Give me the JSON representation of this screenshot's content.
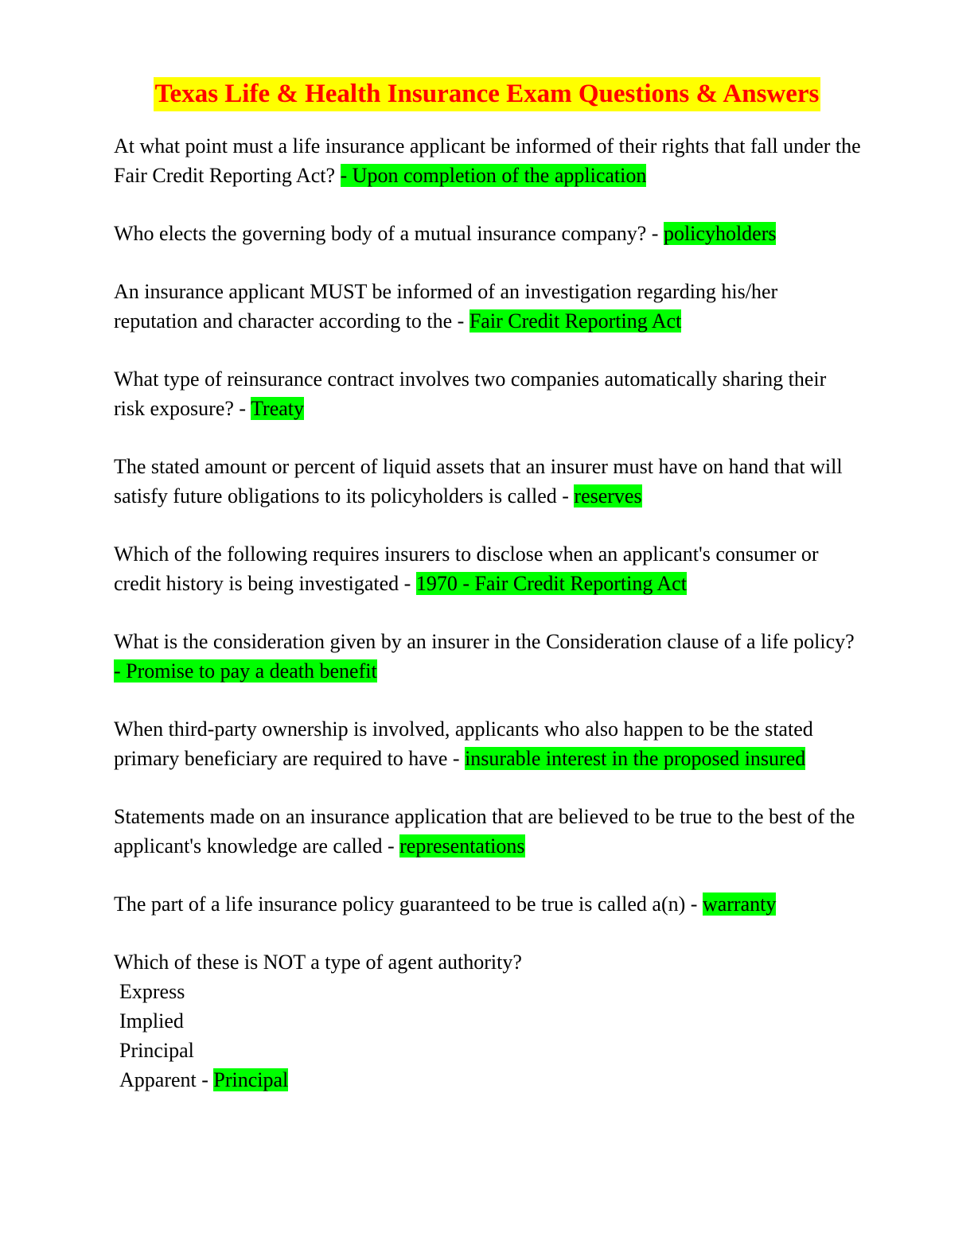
{
  "doc": {
    "title": "Texas Life & Health Insurance Exam Questions & Answers",
    "highlight_color": "#00ff00",
    "title_bg": "#ffff00",
    "title_color": "#ff0000"
  },
  "qa": [
    {
      "q": "At what point must a life insurance applicant be informed of their rights that fall under the Fair Credit Reporting Act? ",
      "a": "- Upon completion of the application"
    },
    {
      "q": "Who elects the governing body of a mutual insurance company? - ",
      "a": "policyholders"
    },
    {
      "q": "An insurance applicant MUST be informed of an investigation regarding his/her reputation and character according to the - ",
      "a": "Fair Credit Reporting Act"
    },
    {
      "q": "What type of reinsurance contract involves two companies automatically sharing their risk exposure? - ",
      "a": "Treaty"
    },
    {
      "q": "The stated amount or percent of liquid assets that an insurer must have on hand that will satisfy future obligations to its policyholders is called - ",
      "a": "reserves"
    },
    {
      "q": "Which of the following requires insurers to disclose when an applicant's consumer or credit history is being investigated - ",
      "a": "1970 - Fair Credit Reporting Act"
    },
    {
      "q": "What is the consideration given by an insurer in the Consideration clause of a life policy? ",
      "a": "- Promise to pay a death benefit"
    },
    {
      "q": "When third-party ownership is involved, applicants who also happen to be the stated primary beneficiary are required to have - ",
      "a": "insurable interest in the proposed insured"
    },
    {
      "q": "Statements made on an insurance application that are believed to be true to the best of the applicant's knowledge are called - ",
      "a": "representations"
    },
    {
      "q": "The part of a life insurance policy guaranteed to be true is called a(n) - ",
      "a": "warranty"
    }
  ],
  "last_q": {
    "q": "Which of these is NOT a type of agent authority?",
    "options": [
      "Express",
      "Implied",
      "Principal"
    ],
    "last_option": "Apparent - ",
    "a": "Principal"
  }
}
